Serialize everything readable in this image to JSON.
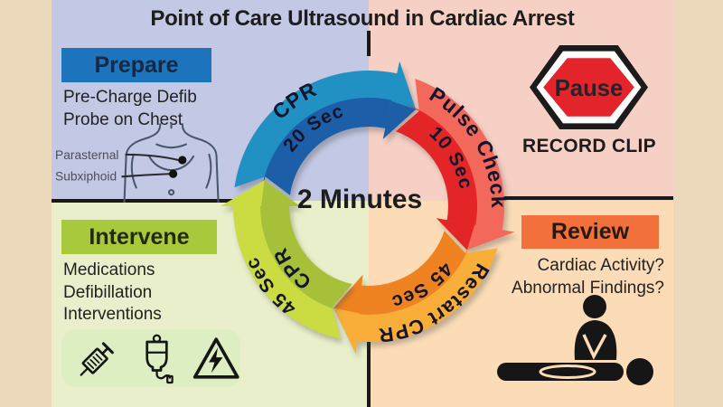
{
  "title": "Point of Care Ultrasound in Cardiac Arrest",
  "cycle": {
    "center_label": "2 Minutes",
    "steps": [
      {
        "label": "CPR",
        "duration": "20 Sec",
        "color_light": "#2191c4",
        "color_dark": "#1c5fa8"
      },
      {
        "label": "Pulse Check",
        "duration": "10 Sec",
        "color_light": "#f2695c",
        "color_dark": "#e32528"
      },
      {
        "label": "Restart CPR",
        "duration": "45 Sec",
        "color_light": "#f8ae39",
        "color_dark": "#ef8322"
      },
      {
        "label": "CPR",
        "duration": "45 Sec",
        "color_light": "#cbdb42",
        "color_dark": "#a6c139"
      }
    ]
  },
  "quadrants": {
    "prepare": {
      "title": "Prepare",
      "accent": "#1b74bc",
      "bg": "#c3c8e5",
      "lines": [
        "Pre-Charge Defib",
        "Probe on Chest"
      ],
      "probe_sites": [
        "Parasternal",
        "Subxiphoid"
      ],
      "icon": "torso-diagram"
    },
    "pause": {
      "title": "Pause",
      "subtitle": "RECORD CLIP",
      "accent": "#e3242b",
      "bg": "#f6d0c4",
      "icon": "stop-hexagon-icon"
    },
    "intervene": {
      "title": "Intervene",
      "accent": "#a9c93c",
      "bg": "#e9efca",
      "items": [
        "Medications",
        "Defibillation",
        "Interventions"
      ],
      "icons": [
        "syringe-icon",
        "iv-bag-icon",
        "electric-hazard-icon"
      ]
    },
    "review": {
      "title": "Review",
      "accent": "#f2703b",
      "bg": "#fbdcb7",
      "items": [
        "Cardiac Activity?",
        "Abnormal Findings?"
      ],
      "icon": "cpr-icon"
    }
  }
}
